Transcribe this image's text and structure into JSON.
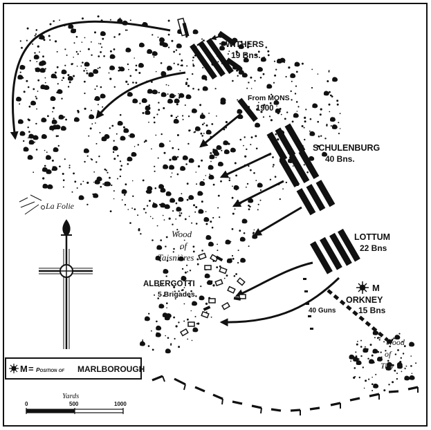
{
  "labels": {
    "withers_name": "WITHERS",
    "withers_bns": "19 Bns.",
    "from_mons_1": "From MONS",
    "from_mons_2": "1900",
    "schulenburg_name": "SCHULENBURG",
    "schulenburg_bns": "40 Bns.",
    "lottum_name": "LOTTUM",
    "lottum_bns": "22 Bns",
    "orkney_m": "M",
    "orkney_name": "ORKNEY",
    "orkney_bns": "15 Bns",
    "guns": "40 Guns",
    "albergotti_name": "ALBERGOTTI",
    "albergotti_brig": "5 Brigades",
    "wood_taisnieres_1": "Wood",
    "wood_taisnieres_2": "of",
    "wood_taisnieres_3": "Taisnières",
    "wood_tiry_1": "Wood",
    "wood_tiry_2": "of",
    "wood_tiry_3": "Tiry",
    "la_folie": "La Folie"
  },
  "legend": {
    "m_prefix": "M",
    "equals": "=",
    "position_of": "Position of",
    "marlborough": "MARLBOROUGH"
  },
  "scale": {
    "title": "Yards",
    "ticks": [
      "0",
      "500",
      "1000"
    ],
    "max_value": 1000
  },
  "colors": {
    "ink": "#111111",
    "paper": "#ffffff"
  },
  "icons": {
    "compass": "compass-rose-icon",
    "marlborough": "star-burst-icon"
  }
}
